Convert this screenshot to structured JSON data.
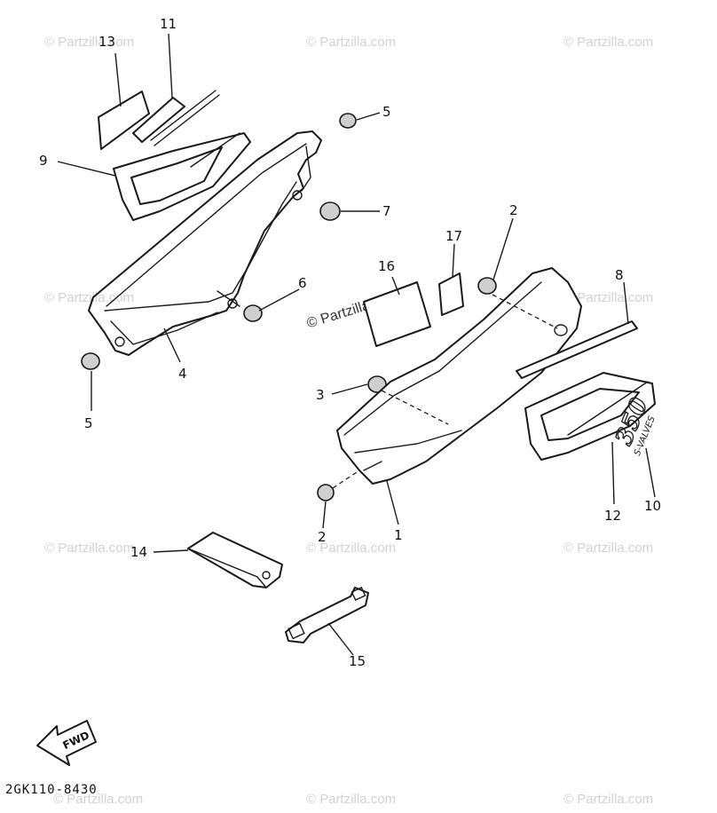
{
  "watermark": "© Partzilla.com",
  "diagram_code": "2GK110-8430",
  "fwd_label": "FWD",
  "emblem": {
    "model": "350",
    "subtitle": "S-VALVES"
  },
  "callouts": [
    "1",
    "2",
    "2",
    "3",
    "4",
    "5",
    "5",
    "6",
    "7",
    "8",
    "9",
    "10",
    "11",
    "12",
    "13",
    "14",
    "15",
    "16",
    "17"
  ]
}
